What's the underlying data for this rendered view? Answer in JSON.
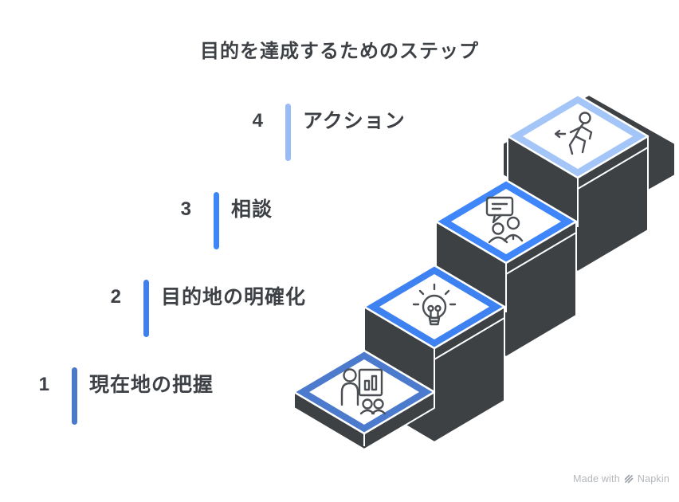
{
  "title": "目的を達成するためのステップ",
  "steps": [
    {
      "number": "1",
      "label": "現在地の把握",
      "bar_color": "#4A79CB",
      "tile_color": "#4C7ACC",
      "icon": "presentation-icon"
    },
    {
      "number": "2",
      "label": "目的地の明確化",
      "bar_color": "#3E81EE",
      "tile_color": "#3E81F0",
      "icon": "lightbulb-icon"
    },
    {
      "number": "3",
      "label": "相談",
      "bar_color": "#3D86F8",
      "tile_color": "#3E86FA",
      "icon": "discussion-icon"
    },
    {
      "number": "4",
      "label": "アクション",
      "bar_color": "#99BDF3",
      "tile_color": "#A4C5F8",
      "icon": "runner-icon"
    }
  ],
  "colors": {
    "slab": "#3E4144",
    "text": "#3D4145",
    "icon_stroke": "#4B4F54",
    "background": "#FFFFFF"
  },
  "watermark": {
    "text_prefix": "Made with",
    "brand": "Napkin",
    "color": "#B4B7BB"
  }
}
